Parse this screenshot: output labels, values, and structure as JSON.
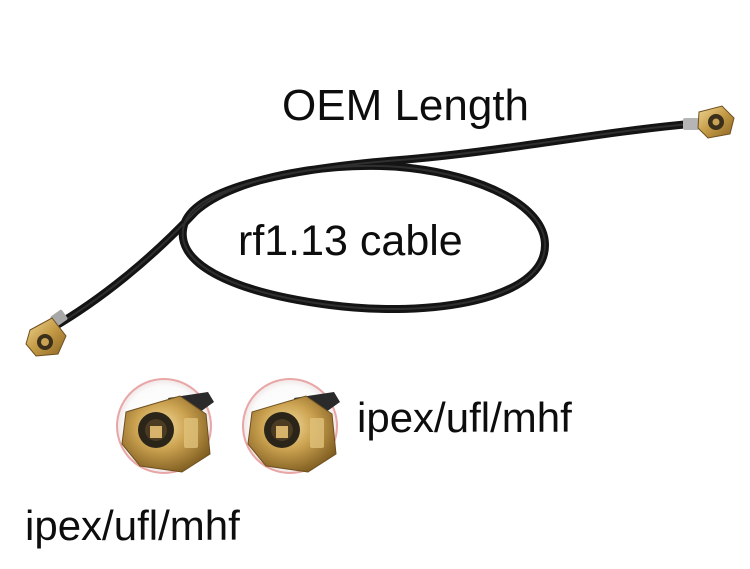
{
  "labels": {
    "length": "OEM Length",
    "cable": "rf1.13 cable",
    "connector_right": "ipex/ufl/mhf",
    "connector_bottom": "ipex/ufl/mhf"
  },
  "colors": {
    "background": "#ffffff",
    "cable": "#1a1a1a",
    "connector_gold": "#c9a253",
    "inset_ring": "#e8a6a6"
  }
}
